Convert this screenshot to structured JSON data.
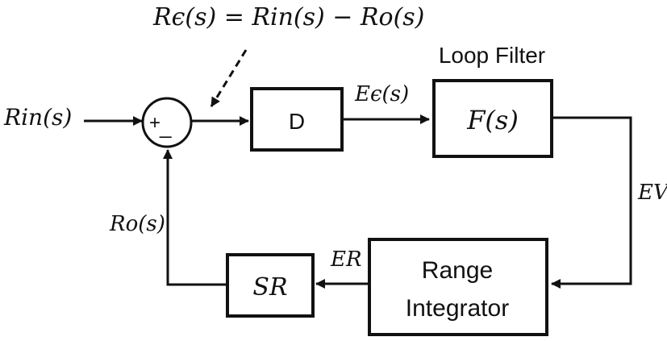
{
  "annotation": {
    "equation": "Rϵ(s) = Rin(s) − Ro(s)"
  },
  "blocks": {
    "d_label": "D",
    "filter_title": "Loop Filter",
    "filter_label": "F(s)",
    "integrator_line1": "Range",
    "integrator_line2": "Integrator",
    "sr_label": "SR"
  },
  "summing_junction": {
    "plus_sign": "+",
    "minus_sign": "_"
  },
  "signals": {
    "input": "Rin(s)",
    "error": "Eϵ(s)",
    "ev": "EV",
    "er": "ER",
    "feedback": "Ro(s)"
  }
}
